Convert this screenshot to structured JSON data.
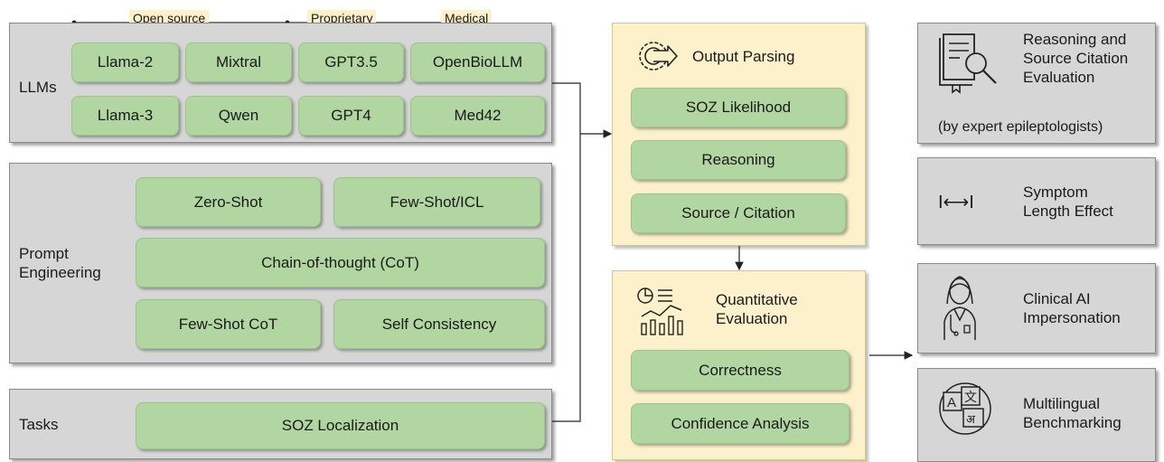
{
  "groups": {
    "open_source": "Open source",
    "proprietary": "Proprietary",
    "medical": "Medical"
  },
  "llms": {
    "label": "LLMs",
    "models": [
      "Llama-2",
      "Mixtral",
      "GPT3.5",
      "OpenBioLLM",
      "Llama-3",
      "Qwen",
      "GPT4",
      "Med42"
    ]
  },
  "prompt": {
    "label": "Prompt\nEngineering",
    "methods": [
      "Zero-Shot",
      "Few-Shot/ICL",
      "Chain-of-thought (CoT)",
      "Few-Shot CoT",
      "Self Consistency"
    ]
  },
  "tasks": {
    "label": "Tasks",
    "items": [
      "SOZ Localization"
    ]
  },
  "output_parsing": {
    "title": "Output Parsing",
    "items": [
      "SOZ Likelihood",
      "Reasoning",
      "Source / Citation"
    ]
  },
  "quantitative": {
    "title": "Quantitative\nEvaluation",
    "items": [
      "Correctness",
      "Confidence Analysis"
    ]
  },
  "analyses": [
    {
      "title": "Reasoning and\nSource Citation\nEvaluation",
      "note": "(by expert epileptologists)",
      "icon": "book-magnifier-icon"
    },
    {
      "title": "Symptom\nLength Effect",
      "icon": "double-arrow-icon"
    },
    {
      "title": "Clinical AI\nImpersonation",
      "icon": "doctor-icon"
    },
    {
      "title": "Multilingual\nBenchmarking",
      "icon": "translation-icon"
    }
  ],
  "symbols": {
    "length_arrow": "I⟷I"
  }
}
